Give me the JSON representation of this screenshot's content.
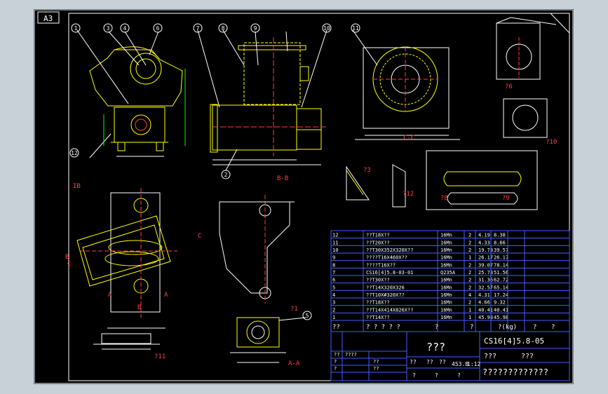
{
  "sheet": {
    "format_label": "A3",
    "view_labels": [
      "B-B",
      "C-C",
      "A-A",
      "?1",
      "?3",
      "?6",
      "?8",
      "?9",
      "?10",
      "?11",
      "?12",
      "IB",
      "B",
      "C",
      "A",
      "A",
      "B",
      "C"
    ],
    "balloons": [
      "1",
      "3",
      "4",
      "6",
      "7",
      "8",
      "9",
      "10",
      "11",
      "12",
      "2",
      "5"
    ]
  },
  "bom": {
    "rows": [
      {
        "no": "12",
        "name": "??T18X??",
        "material": "16Mn",
        "qty": "2",
        "unit": "4.19",
        "total": "8.38"
      },
      {
        "no": "11",
        "name": "??T20X??",
        "material": "16Mn",
        "qty": "2",
        "unit": "4.33",
        "total": "8.66"
      },
      {
        "no": "10",
        "name": "??T30X352X320X??",
        "material": "16Mn",
        "qty": "2",
        "unit": "19.78",
        "total": "39.57"
      },
      {
        "no": "9",
        "name": "????T16X460X??",
        "material": "16Mn",
        "qty": "1",
        "unit": "26.17",
        "total": "26.17"
      },
      {
        "no": "8",
        "name": "????T16X??",
        "material": "16Mn",
        "qty": "2",
        "unit": "39.07",
        "total": "78.14"
      },
      {
        "no": "7",
        "name": "CS16[4]5.8-03-01",
        "material": "Q235A",
        "qty": "2",
        "unit": "25.78",
        "total": "51.56"
      },
      {
        "no": "6",
        "name": "??T30X??",
        "material": "16Mn",
        "qty": "2",
        "unit": "31.36",
        "total": "62.72"
      },
      {
        "no": "5",
        "name": "??T14X320X326",
        "material": "16Mn",
        "qty": "2",
        "unit": "32.57",
        "total": "65.14"
      },
      {
        "no": "4",
        "name": "??T10X#320X??",
        "material": "16Mn",
        "qty": "4",
        "unit": "4.31",
        "total": "17.24"
      },
      {
        "no": "3",
        "name": "??T18X??",
        "material": "16Mn",
        "qty": "2",
        "unit": "4.66",
        "total": "9.32"
      },
      {
        "no": "2",
        "name": "??T14X414X826X??",
        "material": "16Mn",
        "qty": "1",
        "unit": "40.41",
        "total": "40.41"
      },
      {
        "no": "1",
        "name": "??T14X??",
        "material": "16Mn",
        "qty": "1",
        "unit": "45.98",
        "total": "45.98"
      }
    ],
    "header": {
      "no": "??",
      "name": "? ? ? ? ?",
      "material": "?",
      "qty": "?",
      "weight": "?(kg)",
      "note1": "?",
      "note2": "?"
    }
  },
  "title_block": {
    "drawing_title": "???",
    "drawing_number": "CS16[4]5.8-05",
    "scale_label": "???",
    "sheet_label": "???",
    "weight": "453.8",
    "scale": "1:12",
    "company": "?????????????",
    "sign_labels": [
      "??",
      "??",
      "??",
      "????",
      "??",
      "??"
    ],
    "small_marks": [
      "??",
      "?",
      "?",
      "?",
      "?",
      "?"
    ]
  }
}
